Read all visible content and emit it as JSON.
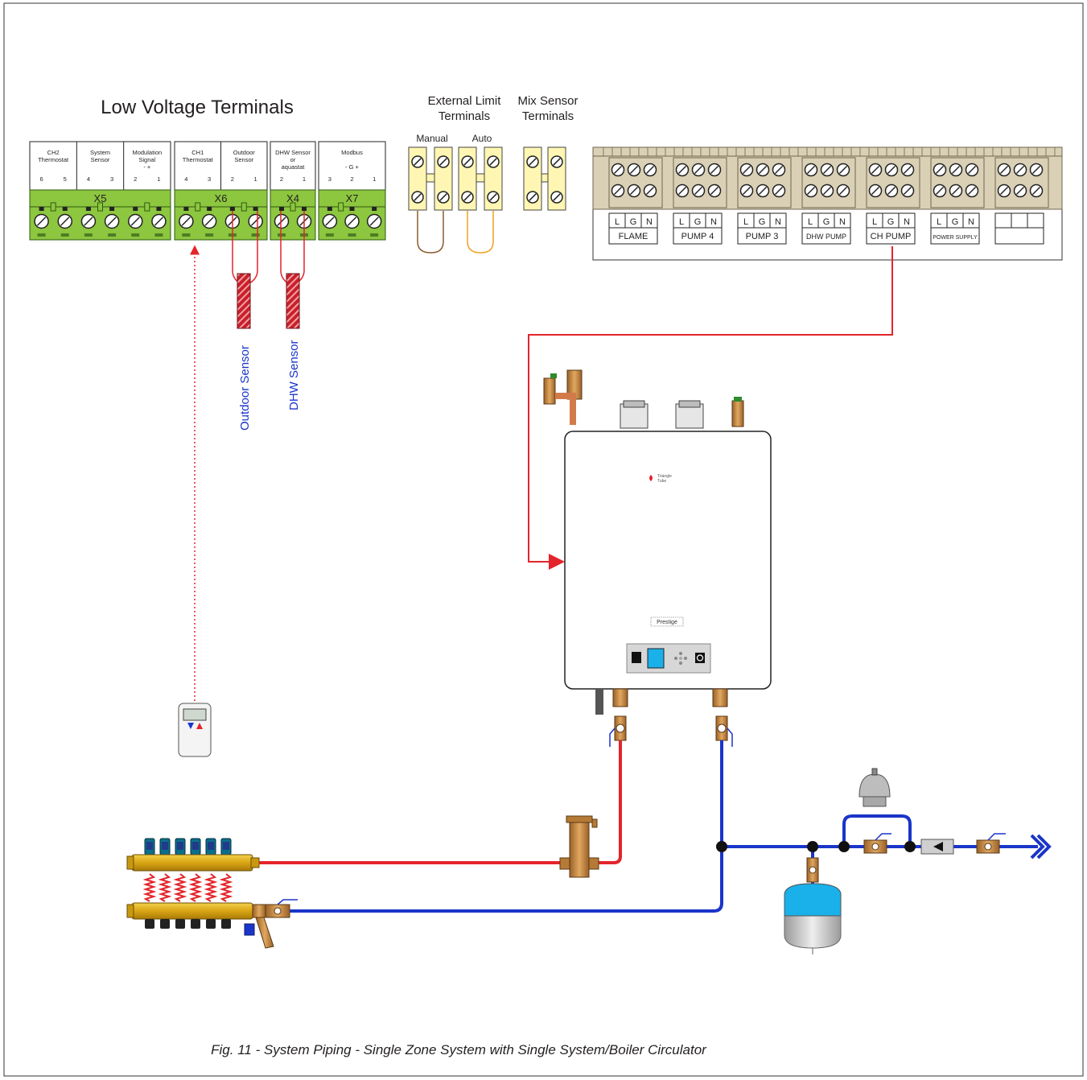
{
  "title": "Low Voltage Terminals",
  "external_limit": {
    "title_line1": "External Limit",
    "title_line2": "Terminals",
    "manual": "Manual",
    "auto": "Auto"
  },
  "mix_sensor": {
    "title_line1": "Mix Sensor",
    "title_line2": "Terminals"
  },
  "low_voltage_blocks": [
    {
      "id": "X5",
      "groups": [
        {
          "l1": "CH2",
          "l2": "Thermostat",
          "l3": "",
          "pins": [
            "6",
            "5"
          ]
        },
        {
          "l1": "System",
          "l2": "Sensor",
          "l3": "",
          "pins": [
            "4",
            "3"
          ]
        },
        {
          "l1": "Modulation",
          "l2": "Signal",
          "l3": "-      +",
          "pins": [
            "2",
            "1"
          ]
        }
      ]
    },
    {
      "id": "X6",
      "groups": [
        {
          "l1": "CH1",
          "l2": "Thermostat",
          "l3": "",
          "pins": [
            "4",
            "3"
          ]
        },
        {
          "l1": "Outdoor",
          "l2": "Sensor",
          "l3": "",
          "pins": [
            "2",
            "1"
          ]
        }
      ]
    },
    {
      "id": "X4",
      "groups": [
        {
          "l1": "DHW Sensor",
          "l2": "or",
          "l3": "aquastat",
          "pins": [
            "2",
            "1"
          ]
        }
      ]
    },
    {
      "id": "X7",
      "groups": [
        {
          "l1": "Modbus",
          "l2": "",
          "l3": "-      G      +",
          "pins": [
            "3",
            "2",
            "1"
          ]
        }
      ]
    }
  ],
  "line_voltage": {
    "lgn": [
      "L",
      "G",
      "N"
    ],
    "labels": [
      "FLAME",
      "PUMP 4",
      "PUMP 3",
      "DHW PUMP",
      "CH PUMP",
      "POWER SUPPLY",
      ""
    ]
  },
  "sensors": {
    "outdoor": "Outdoor Sensor",
    "dhw": "DHW Sensor"
  },
  "boiler": {
    "brand_line1": "Triangle",
    "brand_line2": "Tube",
    "model": "Prestige"
  },
  "caption": "Fig. 11  - System Piping - Single Zone System  with Single System/Boiler Circulator",
  "colors": {
    "hot": "#e3242b",
    "cold": "#1a35c9",
    "terminal_green": "#8dc63f",
    "brass": "#c8893f",
    "terminal_beige": "#d9d0b5"
  }
}
